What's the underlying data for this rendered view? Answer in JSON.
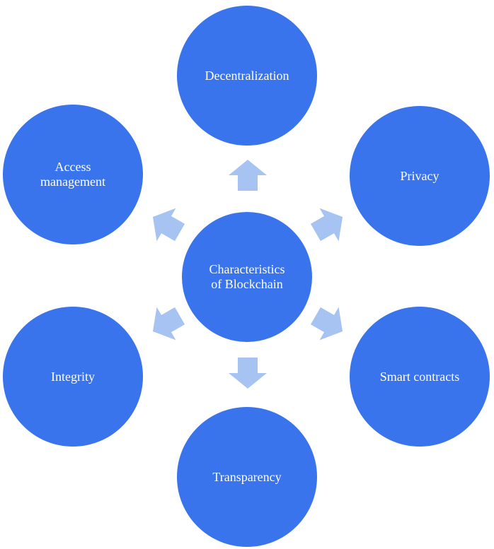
{
  "diagram": {
    "center": {
      "label": "Characteristics\nof Blockchain"
    },
    "nodes": [
      {
        "id": "decentralization",
        "label": "Decentralization"
      },
      {
        "id": "privacy",
        "label": "Privacy"
      },
      {
        "id": "smart-contracts",
        "label": "Smart contracts"
      },
      {
        "id": "transparency",
        "label": "Transparency"
      },
      {
        "id": "integrity",
        "label": "Integrity"
      },
      {
        "id": "access-management",
        "label": "Access\nmanagement"
      }
    ]
  },
  "colors": {
    "circle_fill": "#3a74ec",
    "arrow_fill": "#a7c3f2",
    "text": "#ffffff"
  }
}
